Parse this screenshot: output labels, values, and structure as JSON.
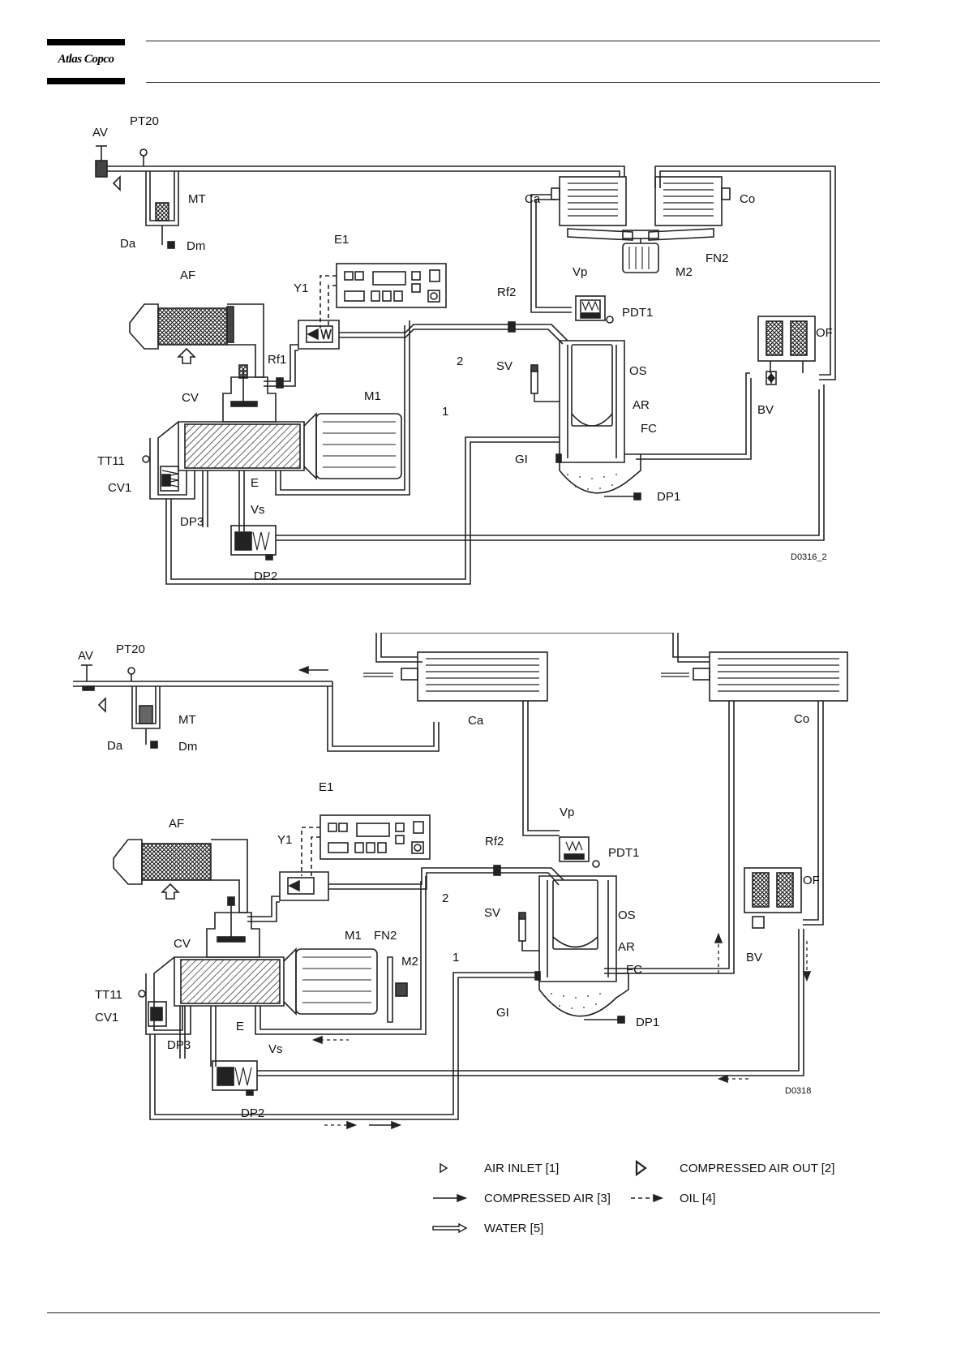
{
  "header": {
    "logo_text": "Atlas Copco"
  },
  "diagram1": {
    "labels": {
      "av": "AV",
      "pt20": "PT20",
      "mt": "MT",
      "da": "Da",
      "dm": "Dm",
      "ca": "Ca",
      "co": "Co",
      "fn2": "FN2",
      "m2": "M2",
      "e1": "E1",
      "af": "AF",
      "y1": "Y1",
      "rf1": "Rf1",
      "rf2": "Rf2",
      "vp": "Vp",
      "pdt1": "PDT1",
      "of": "OF",
      "two": "2",
      "sv": "SV",
      "os": "OS",
      "cv": "CV",
      "m1": "M1",
      "one": "1",
      "ar": "AR",
      "bv": "BV",
      "fc": "FC",
      "tt11": "TT11",
      "gi": "GI",
      "cv1": "CV1",
      "e": "E",
      "dp1": "DP1",
      "vs": "Vs",
      "dp3": "DP3",
      "dp2": "DP2",
      "code": "D0316_2"
    }
  },
  "diagram2": {
    "labels": {
      "av": "AV",
      "pt20": "PT20",
      "mt": "MT",
      "da": "Da",
      "dm": "Dm",
      "ca": "Ca",
      "co": "Co",
      "e1": "E1",
      "af": "AF",
      "y1": "Y1",
      "rf2": "Rf2",
      "vp": "Vp",
      "pdt1": "PDT1",
      "of": "OF",
      "two": "2",
      "sv": "SV",
      "os": "OS",
      "cv": "CV",
      "m1": "M1",
      "fn2": "FN2",
      "m2": "M2",
      "one": "1",
      "ar": "AR",
      "bv": "BV",
      "fc": "FC",
      "tt11": "TT11",
      "gi": "GI",
      "cv1": "CV1",
      "e": "E",
      "dp1": "DP1",
      "vs": "Vs",
      "dp3": "DP3",
      "dp2": "DP2",
      "code": "D0318"
    }
  },
  "legend": {
    "air_inlet": "AIR INLET [1]",
    "compressed_air_out": "COMPRESSED AIR OUT [2]",
    "compressed_air": "COMPRESSED AIR [3]",
    "oil": "OIL [4]",
    "water": "WATER [5]"
  }
}
